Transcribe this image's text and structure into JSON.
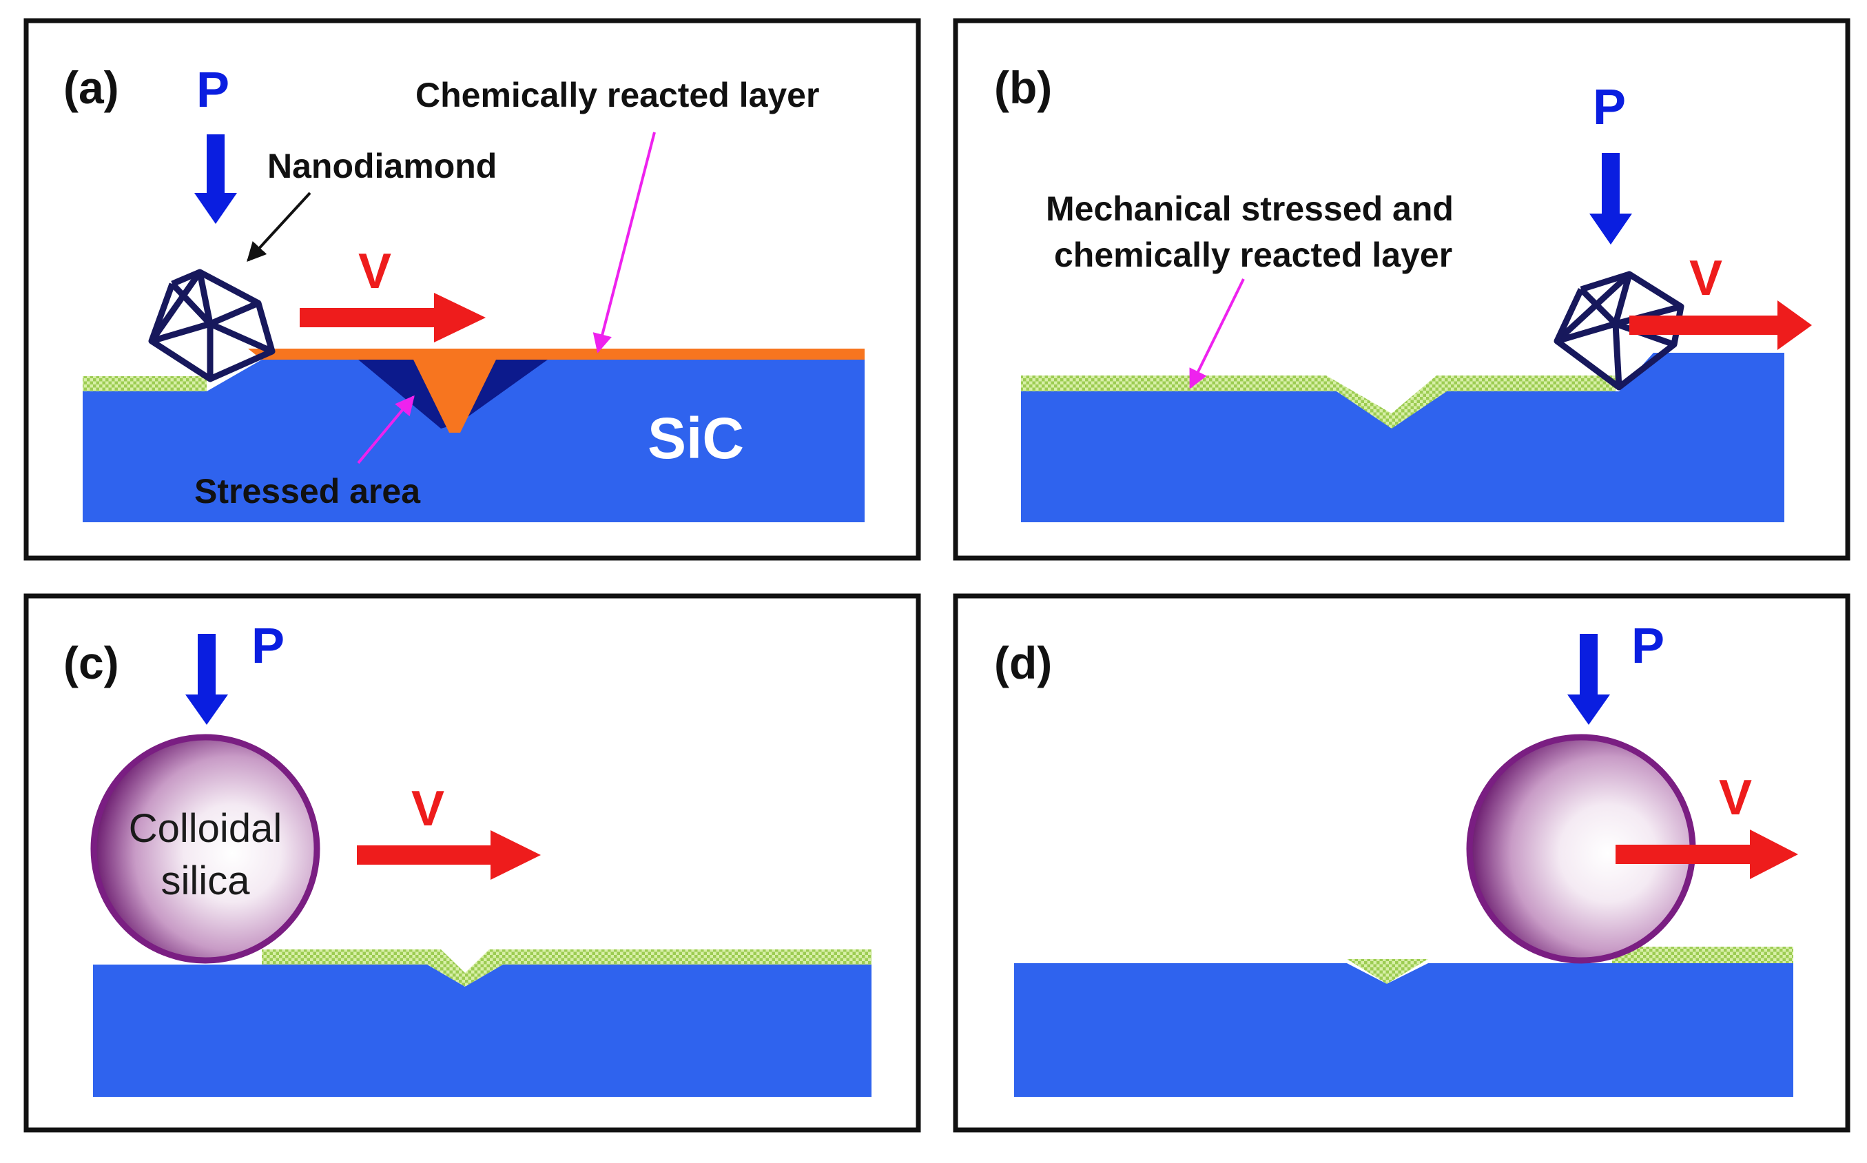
{
  "colors": {
    "substrate": "#2f63ee",
    "panel_border": "#111111",
    "force_arrow": "#0a1ee0",
    "velocity_arrow": "#ee1c1c",
    "reacted_layer": "#f7751f",
    "stressed_area": "#0c1a8c",
    "nanodiamond": "#17185c",
    "leader_magenta": "#ee22ee",
    "green_hatch": "#a6d65a",
    "silica_rim": "#7a1e82"
  },
  "panels": {
    "a": {
      "label": "(a)",
      "force": "P",
      "velocity": "V",
      "nanodiamond_label": "Nanodiamond",
      "reacted_layer_label": "Chemically reacted layer",
      "stressed_area_label": "Stressed area",
      "substrate_label": "SiC"
    },
    "b": {
      "label": "(b)",
      "force": "P",
      "velocity": "V",
      "layer_label_line1": "Mechanical stressed and",
      "layer_label_line2": "chemically reacted layer"
    },
    "c": {
      "label": "(c)",
      "force": "P",
      "velocity": "V",
      "particle_label_line1": "Colloidal",
      "particle_label_line2": "silica"
    },
    "d": {
      "label": "(d)",
      "force": "P",
      "velocity": "V"
    }
  }
}
